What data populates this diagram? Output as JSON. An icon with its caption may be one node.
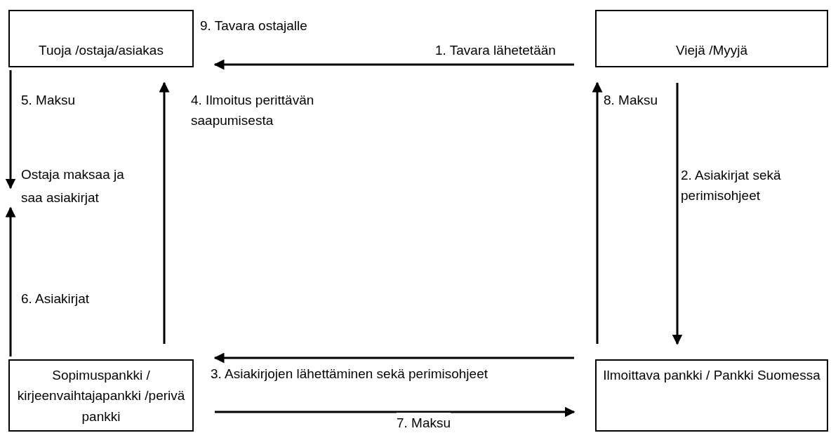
{
  "diagram": {
    "nodes": [
      {
        "text": [
          "Tuoja /ostaja/asiakas"
        ]
      },
      {
        "text": [
          "Viejä /Myyjä"
        ]
      },
      {
        "text": [
          "Sopimuspankki / kirjeenvaihtajapankki /perivä pankki"
        ]
      },
      {
        "text": [
          "Ilmoittava pankki / Pankki Suomessa"
        ]
      },
      {
        "text": [
          "Ostaja maksaa ja saa asiakirjat"
        ]
      }
    ],
    "edges": [
      {
        "from": 1,
        "to": 0,
        "arrow": "to",
        "label": "1. Tavara lähetetään"
      },
      {
        "from": 1,
        "to": 3,
        "arrow": "to",
        "label": "2. Asiakirjat sekä perimisohjeet"
      },
      {
        "from": 3,
        "to": 2,
        "arrow": "to",
        "label": "3. Asiakirjojen lähettäminen sekä perimisohjeet"
      },
      {
        "from": 2,
        "to": 0,
        "arrow": "to",
        "label": "4. Ilmoitus perittävän saapumisesta"
      },
      {
        "from": 0,
        "to": 4,
        "arrow": "to",
        "label": "5. Maksu"
      },
      {
        "from": 2,
        "to": 4,
        "arrow": "to",
        "label": "6. Asiakirjat"
      },
      {
        "from": 2,
        "to": 3,
        "arrow": "to",
        "label": "7. Maksu"
      },
      {
        "from": 3,
        "to": 1,
        "arrow": "to",
        "label": "8. Maksu"
      }
    ],
    "labels": [
      "9. Tavara ostajalle"
    ]
  }
}
